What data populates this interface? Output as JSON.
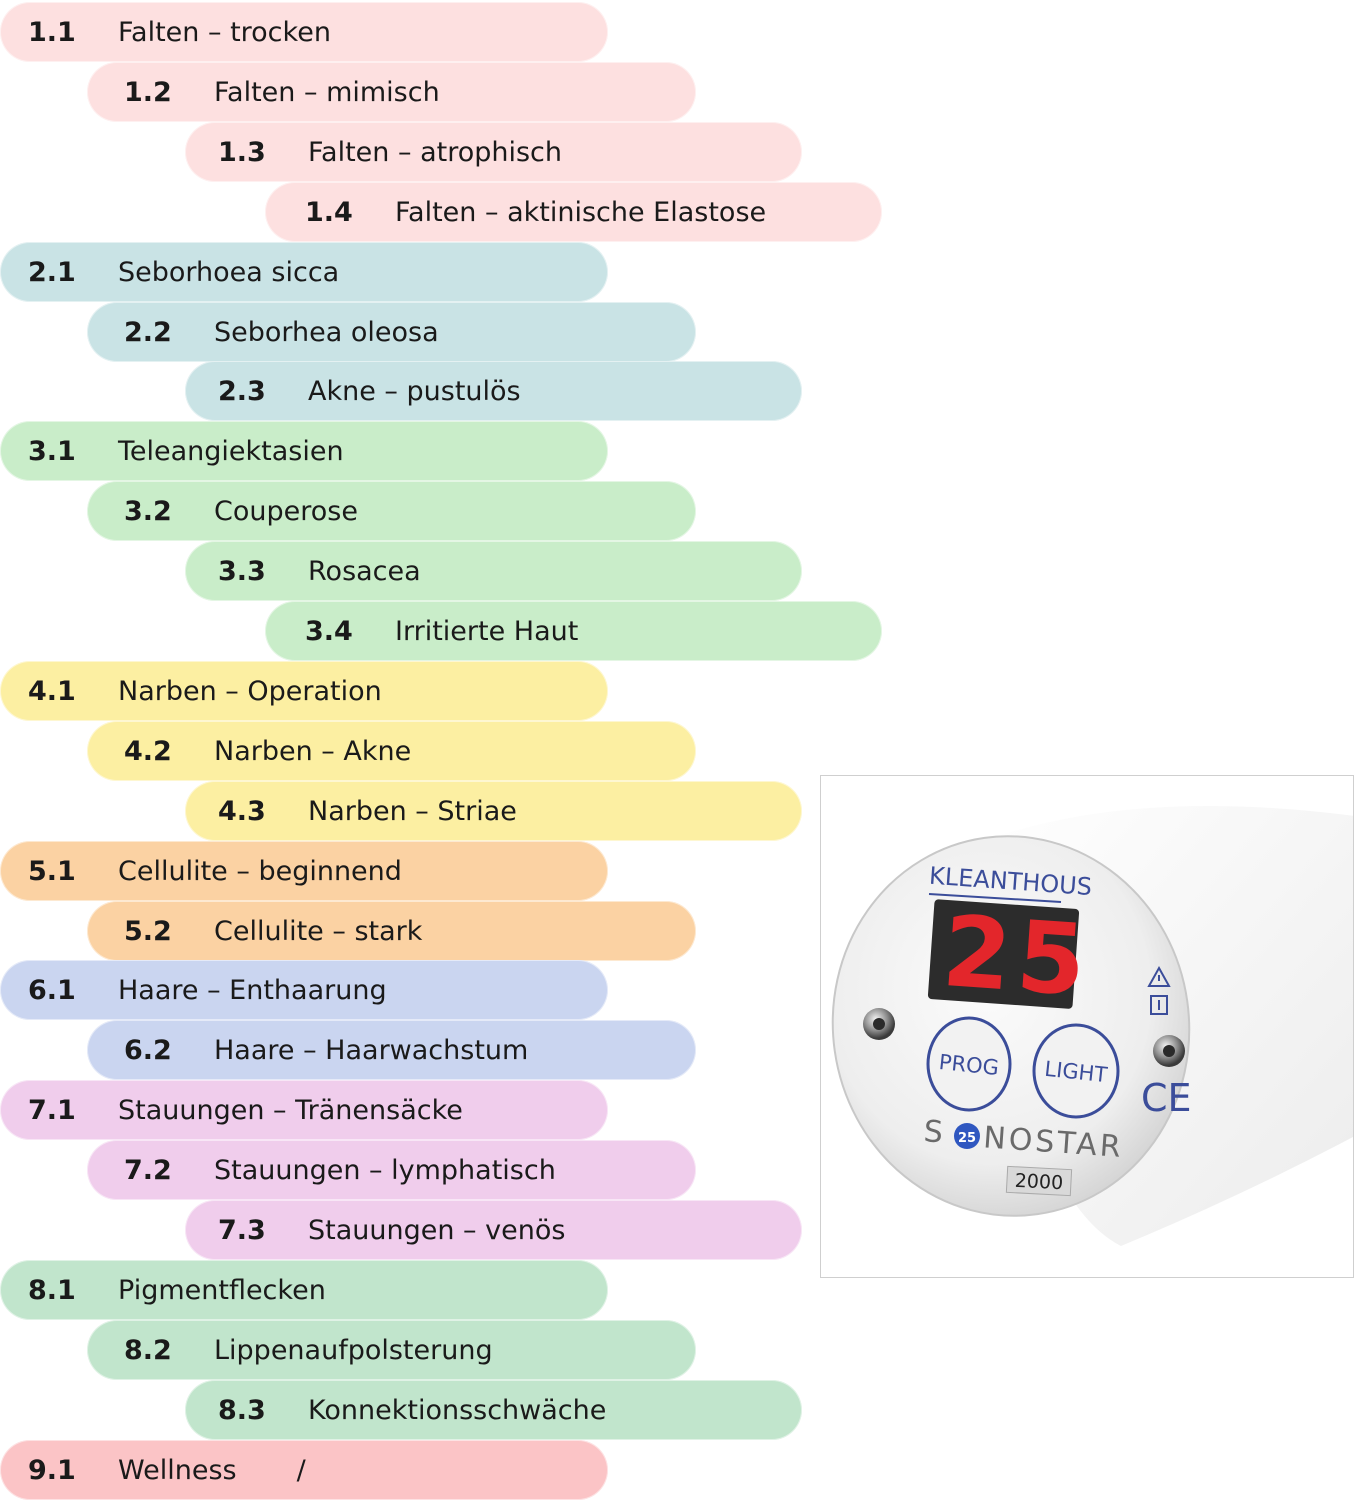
{
  "colors": {
    "pink": "#fde0e0",
    "teal": "#c9e3e5",
    "green": "#c9edc9",
    "yellow": "#fcefa2",
    "orange": "#fbd2a3",
    "blue": "#cad5f0",
    "violet": "#f0cdec",
    "mint": "#c1e5cc",
    "rose": "#fbc4c6"
  },
  "programs": [
    {
      "num": "1.1",
      "label": "Falten – trocken",
      "color": "pink",
      "indent": 0
    },
    {
      "num": "1.2",
      "label": "Falten – mimisch",
      "color": "pink",
      "indent": 1
    },
    {
      "num": "1.3",
      "label": "Falten – atrophisch",
      "color": "pink",
      "indent": 2
    },
    {
      "num": "1.4",
      "label": "Falten – aktinische Elastose",
      "color": "pink",
      "indent": 3
    },
    {
      "num": "2.1",
      "label": "Seborhoea sicca",
      "color": "teal",
      "indent": 0
    },
    {
      "num": "2.2",
      "label": "Seborhea oleosa",
      "color": "teal",
      "indent": 1
    },
    {
      "num": "2.3",
      "label": "Akne – pustulös",
      "color": "teal",
      "indent": 2
    },
    {
      "num": "3.1",
      "label": "Teleangiektasien",
      "color": "green",
      "indent": 0
    },
    {
      "num": "3.2",
      "label": "Couperose",
      "color": "green",
      "indent": 1
    },
    {
      "num": "3.3",
      "label": "Rosacea",
      "color": "green",
      "indent": 2
    },
    {
      "num": "3.4",
      "label": "Irritierte Haut",
      "color": "green",
      "indent": 3
    },
    {
      "num": "4.1",
      "label": "Narben – Operation",
      "color": "yellow",
      "indent": 0
    },
    {
      "num": "4.2",
      "label": "Narben – Akne",
      "color": "yellow",
      "indent": 1
    },
    {
      "num": "4.3",
      "label": "Narben – Striae",
      "color": "yellow",
      "indent": 2
    },
    {
      "num": "5.1",
      "label": "Cellulite – beginnend",
      "color": "orange",
      "indent": 0
    },
    {
      "num": "5.2",
      "label": "Cellulite – stark",
      "color": "orange",
      "indent": 1
    },
    {
      "num": "6.1",
      "label": "Haare – Enthaarung",
      "color": "blue",
      "indent": 0
    },
    {
      "num": "6.2",
      "label": "Haare – Haarwachstum",
      "color": "blue",
      "indent": 1
    },
    {
      "num": "7.1",
      "label": "Stauungen – Tränensäcke",
      "color": "violet",
      "indent": 0
    },
    {
      "num": "7.2",
      "label": "Stauungen – lymphatisch",
      "color": "violet",
      "indent": 1
    },
    {
      "num": "7.3",
      "label": "Stauungen – venös",
      "color": "violet",
      "indent": 2
    },
    {
      "num": "8.1",
      "label": "Pigmentflecken",
      "color": "mint",
      "indent": 0
    },
    {
      "num": "8.2",
      "label": "Lippenaufpolsterung",
      "color": "mint",
      "indent": 1
    },
    {
      "num": "8.3",
      "label": "Konnektionsschwäche",
      "color": "mint",
      "indent": 2
    },
    {
      "num": "9.1",
      "label": "Wellness       /",
      "color": "rose",
      "indent": 0
    }
  ],
  "device": {
    "brand": "KLEANTHOUS",
    "display_value": "25",
    "display_color": "#e3262b",
    "prog_button": "PROG",
    "light_button": "LIGHT",
    "logo_left": "S",
    "logo_badge": "25",
    "logo_right": "NOSTAR",
    "model": "2000",
    "ce_mark": "CE"
  }
}
